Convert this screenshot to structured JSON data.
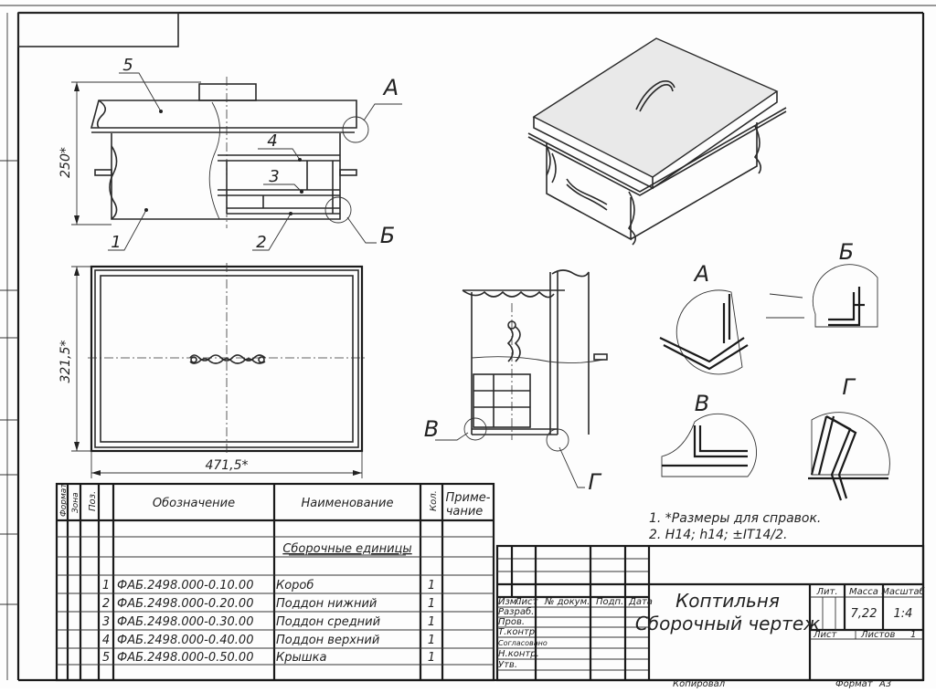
{
  "dims": {
    "height": "250*",
    "width": "321,5*",
    "length": "471,5*"
  },
  "positions": [
    "1",
    "2",
    "3",
    "4",
    "5"
  ],
  "details": {
    "A": "А",
    "B": "Б",
    "V": "В",
    "G": "Г"
  },
  "notes": {
    "n1": "1. *Размеры для справок.",
    "n2": "2. H14; h14; ±IT14/2."
  },
  "bom": {
    "headers": {
      "format": "Формат",
      "zone": "Зона",
      "pos": "Поз.",
      "designation": "Обозначение",
      "name": "Наименование",
      "qty": "Кол.",
      "note1": "Приме-",
      "note2": "чание"
    },
    "section": "Сборочные единицы",
    "rows": [
      {
        "pos": "1",
        "designation": "ФАБ.2498.000-0.10.00",
        "name": "Короб",
        "qty": "1"
      },
      {
        "pos": "2",
        "designation": "ФАБ.2498.000-0.20.00",
        "name": "Поддон нижний",
        "qty": "1"
      },
      {
        "pos": "3",
        "designation": "ФАБ.2498.000-0.30.00",
        "name": "Поддон средний",
        "qty": "1"
      },
      {
        "pos": "4",
        "designation": "ФАБ.2498.000-0.40.00",
        "name": "Поддон верхний",
        "qty": "1"
      },
      {
        "pos": "5",
        "designation": "ФАБ.2498.000-0.50.00",
        "name": "Крышка",
        "qty": "1"
      }
    ]
  },
  "title_block": {
    "title1": "Коптильня",
    "title2": "Сборочный чертеж",
    "lit": "Лит.",
    "mass": "Масса",
    "scale": "Масштаб",
    "mass_value": "7,22",
    "scale_value": "1:4",
    "sheet": "Лист",
    "sheets": "Листов",
    "sheets_value": "1",
    "roles": {
      "izm": "Изм.",
      "list": "Лист",
      "doc": "№ докум.",
      "sign": "Подп.",
      "date": "Дата",
      "razrab": "Разраб.",
      "prov": "Пров.",
      "tkontr": "Т.контр.",
      "soglas": "Согласовано",
      "nkontr": "Н.контр.",
      "utv": "Утв."
    }
  },
  "footer": {
    "copied": "Копировал",
    "format": "Формат",
    "format_value": "А3"
  }
}
